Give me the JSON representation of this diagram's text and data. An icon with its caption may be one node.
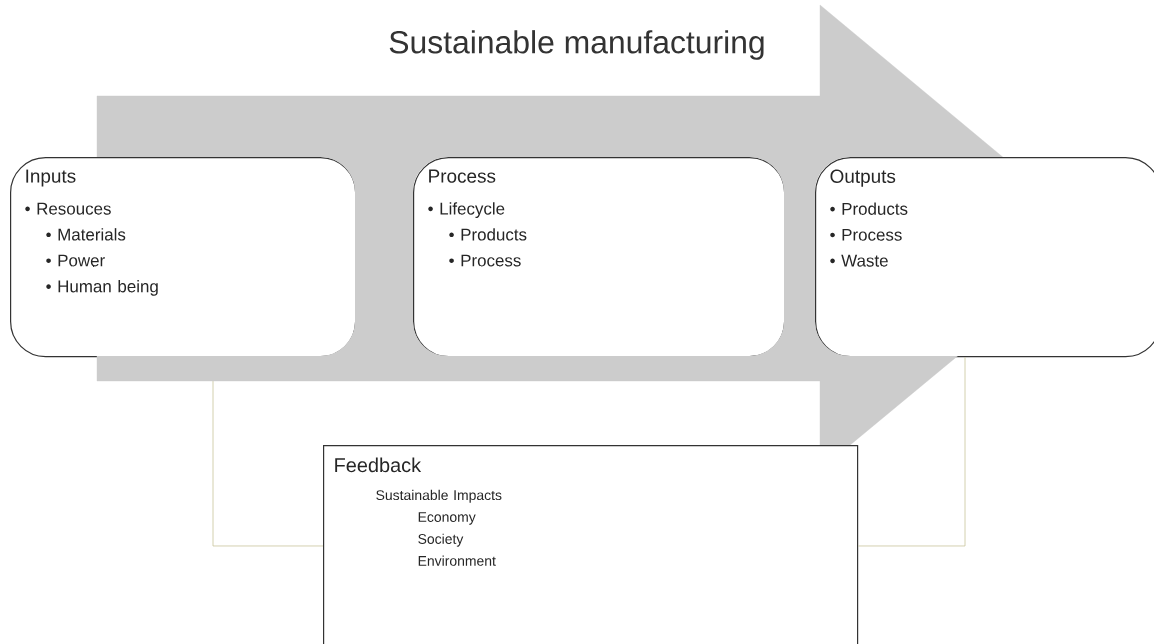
{
  "diagram": {
    "title": "Sustainable manufacturing",
    "nodes": [
      {
        "text": [
          "Inputs",
          "• Resouces",
          "• Materials",
          "• Power",
          "• Human being"
        ]
      },
      {
        "text": [
          "Process",
          "• Lifecycle",
          "• Products",
          "• Process"
        ]
      },
      {
        "text": [
          "Outputs",
          "• Products",
          "• Process",
          "• Waste"
        ]
      },
      {
        "text": [
          "Feedback",
          "Sustainable Impacts",
          "Economy",
          "Society",
          "Environment"
        ]
      }
    ],
    "edges": [
      {
        "from": 0,
        "to": 3,
        "arrow": "none"
      },
      {
        "from": 3,
        "to": 2,
        "arrow": "none"
      },
      {
        "from": 0,
        "to": 2,
        "arrow": "to"
      }
    ]
  }
}
